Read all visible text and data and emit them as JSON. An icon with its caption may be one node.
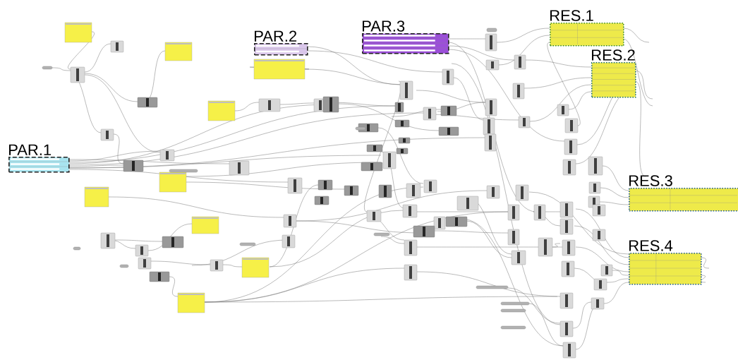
{
  "diagram": {
    "nodes": [
      {
        "text": [
          "PAR.1"
        ]
      },
      {
        "text": [
          "PAR.2"
        ]
      },
      {
        "text": [
          "PAR.3"
        ]
      },
      {
        "text": [
          "RES.1"
        ]
      },
      {
        "text": [
          "RES.2"
        ]
      },
      {
        "text": [
          "RES.3"
        ]
      },
      {
        "text": [
          "RES.4"
        ]
      }
    ]
  }
}
